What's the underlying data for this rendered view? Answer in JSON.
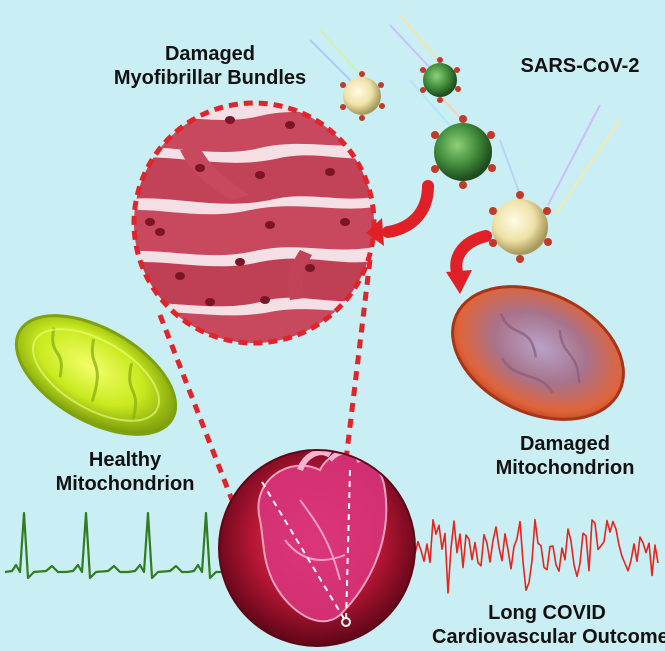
{
  "labels": {
    "damaged_bundles": [
      "Damaged",
      "Myofibrillar Bundles"
    ],
    "virus": "SARS-CoV-2",
    "healthy_mito": [
      "Healthy",
      "Mitochondrion"
    ],
    "damaged_mito": [
      "Damaged",
      "Mitochondrion"
    ],
    "outcomes": [
      "Long COVID",
      "Cardiovascular Outcomes"
    ]
  },
  "colors": {
    "background": "#c9eef3",
    "zoom_outline": "#e0242b",
    "muscle": "#c8485e",
    "healthy_ecg": "#2f7d1f",
    "damaged_ecg": "#e8231b",
    "virus_green": "#3f8a3a",
    "virus_cream": "#efe2a8",
    "spike": "#c23a2a",
    "healthy_mito": "#c8ea1e",
    "damaged_mito": "#e0643a",
    "heart": "#9c1232",
    "arrow": "#e11f26"
  },
  "icons": {
    "virus": "virus-particle-icon",
    "healthy_mitochondrion": "healthy-mitochondrion-icon",
    "damaged_mitochondrion": "damaged-mitochondrion-icon",
    "heart": "heart-icon",
    "arrow": "curved-arrow-icon"
  }
}
